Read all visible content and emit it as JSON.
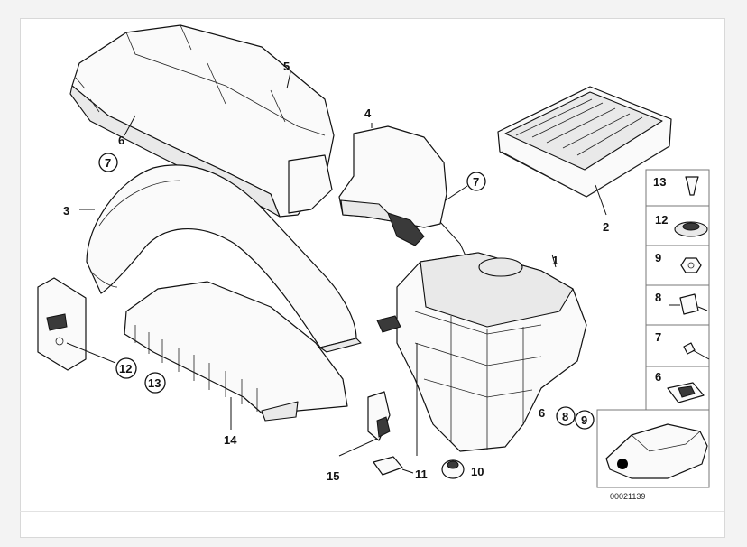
{
  "diagram": {
    "callouts": {
      "c1": "1",
      "c2": "2",
      "c3": "3",
      "c4": "4",
      "c5": "5",
      "c6a": "6",
      "c7a": "7",
      "c7b": "7",
      "c12": "12",
      "c13": "13",
      "c14": "14",
      "c15": "15",
      "c11": "11",
      "c10": "10",
      "c6b": "6",
      "c8b": "8",
      "c9b": "9"
    },
    "sidebar": [
      "13",
      "12",
      "9",
      "8",
      "7",
      "6"
    ],
    "diagram_code": "00021139"
  },
  "colors": {
    "line": "#111111",
    "background": "#ffffff",
    "frame": "#d8d8d8",
    "car_marker": "#000000"
  }
}
